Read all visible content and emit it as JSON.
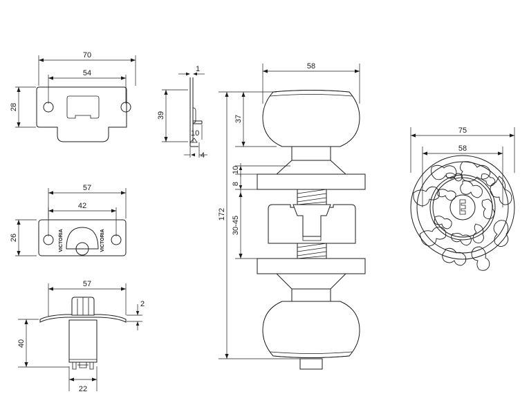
{
  "drawing": {
    "type": "mechanical-engineering-dimensioned-drawing",
    "subject": "ornate door knob lockset with strike plate, escutcheon and rosette",
    "units": "mm",
    "line_color": "#1a1a1a",
    "background": "#ffffff"
  },
  "views": {
    "strike_plate": {
      "name": "strike-plate-front-view",
      "dimensions": {
        "overall_width": "70",
        "hole_spacing": "54",
        "height": "28"
      }
    },
    "strike_plate_side": {
      "name": "strike-plate-side-view",
      "dimensions": {
        "thickness": "1",
        "height": "39",
        "tab_length": "10",
        "lip_depth": "4"
      }
    },
    "escutcheon": {
      "name": "escutcheon-plate-front-view",
      "dimensions": {
        "overall_width": "57",
        "hole_spacing": "42",
        "height": "26"
      },
      "ornament_text_left": "VICTORIA",
      "ornament_text_right": "VICTORIA"
    },
    "latch_body": {
      "name": "latch-body-side-view",
      "dimensions": {
        "flange_width": "57",
        "flange_thickness": "2",
        "body_depth": "40",
        "body_width": "22"
      }
    },
    "assembly": {
      "name": "knob-assembly-section-view",
      "dimensions": {
        "knob_diameter": "58",
        "knob_height": "37",
        "neck_height": "10",
        "rose_thickness": "8",
        "door_thickness_range": "30-45",
        "overall_length": "172"
      }
    },
    "rosette": {
      "name": "decorative-rosette-front-view",
      "dimensions": {
        "outer_diameter": "75",
        "inner_diameter": "58"
      }
    }
  },
  "dimension_labels": {
    "d70": "70",
    "d54": "54",
    "d28": "28",
    "d1": "1",
    "d39": "39",
    "d10side": "10",
    "d4": "4",
    "d57a": "57",
    "d42": "42",
    "d26": "26",
    "d57b": "57",
    "d2": "2",
    "d40": "40",
    "d22": "22",
    "d58a": "58",
    "d37": "37",
    "d10": "10",
    "d8": "8",
    "d3045": "30-45",
    "d172": "172",
    "d75": "75",
    "d58b": "58"
  }
}
